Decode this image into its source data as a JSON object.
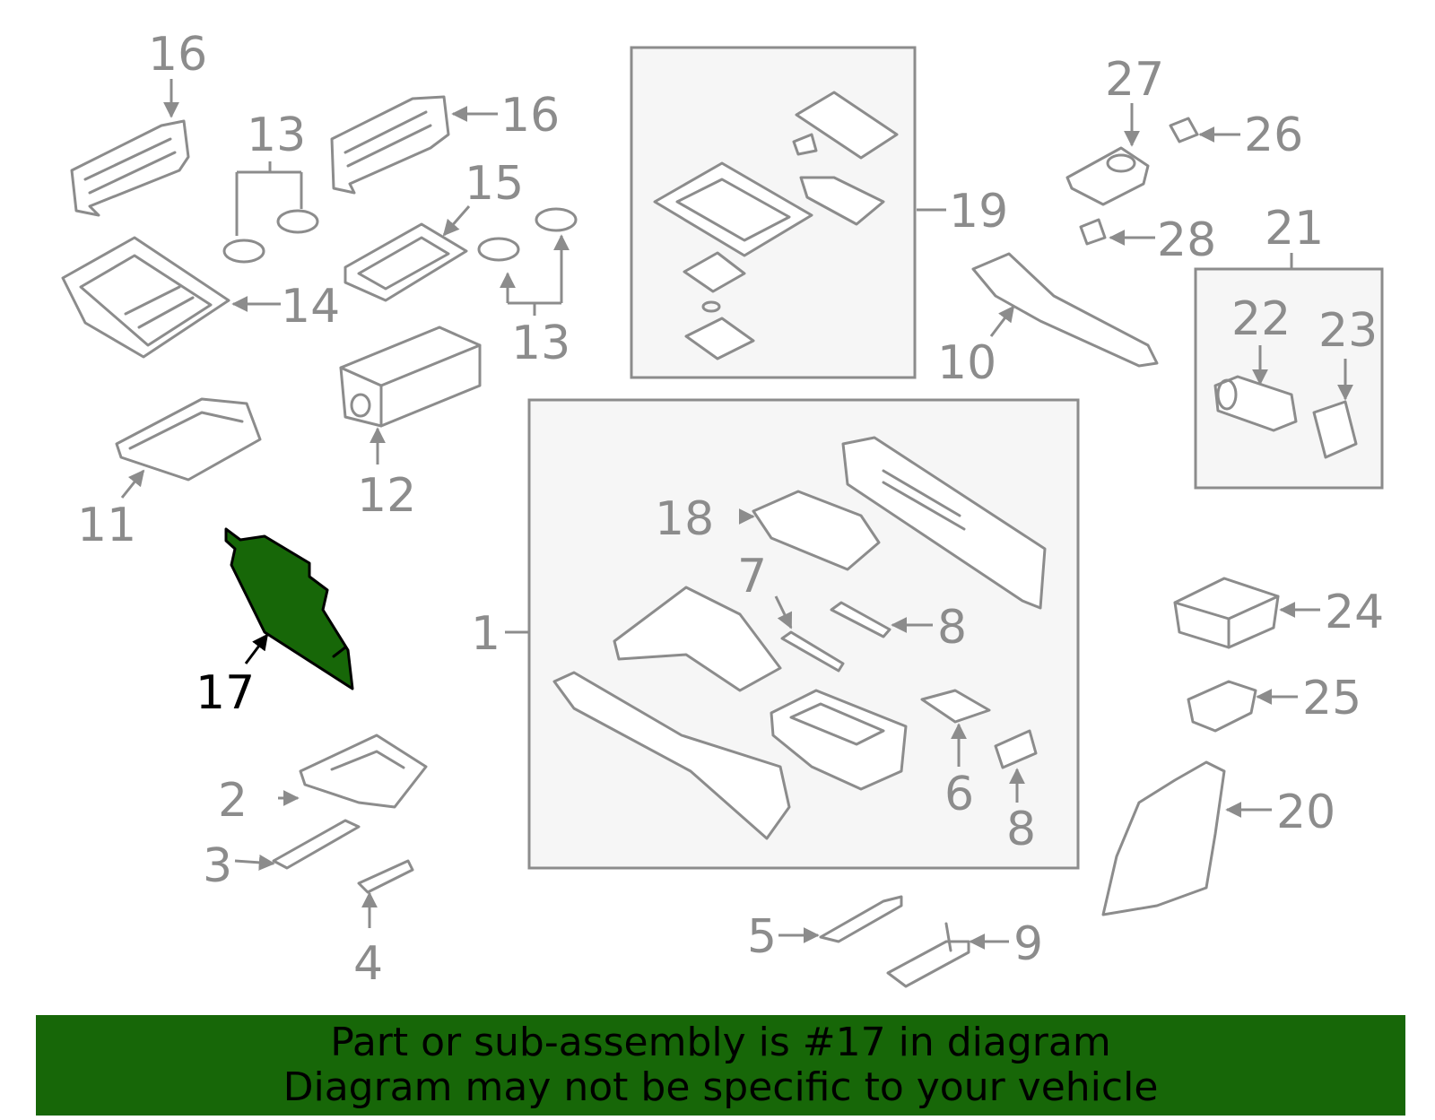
{
  "diagram": {
    "callouts": [
      "1",
      "2",
      "3",
      "4",
      "5",
      "6",
      "7",
      "8",
      "8",
      "9",
      "10",
      "11",
      "12",
      "13",
      "13",
      "14",
      "15",
      "16",
      "16",
      "17",
      "18",
      "19",
      "20",
      "21",
      "22",
      "23",
      "24",
      "25",
      "26",
      "27",
      "28"
    ],
    "highlighted_part": "17",
    "colors": {
      "line": "#8c8c8c",
      "highlight_fill": "#176708",
      "box_fill": "#f6f6f6"
    }
  },
  "banner": {
    "line1": "Part or sub-assembly is #17 in diagram",
    "line2": "Diagram may not be specific to your vehicle",
    "background": "#176708"
  }
}
